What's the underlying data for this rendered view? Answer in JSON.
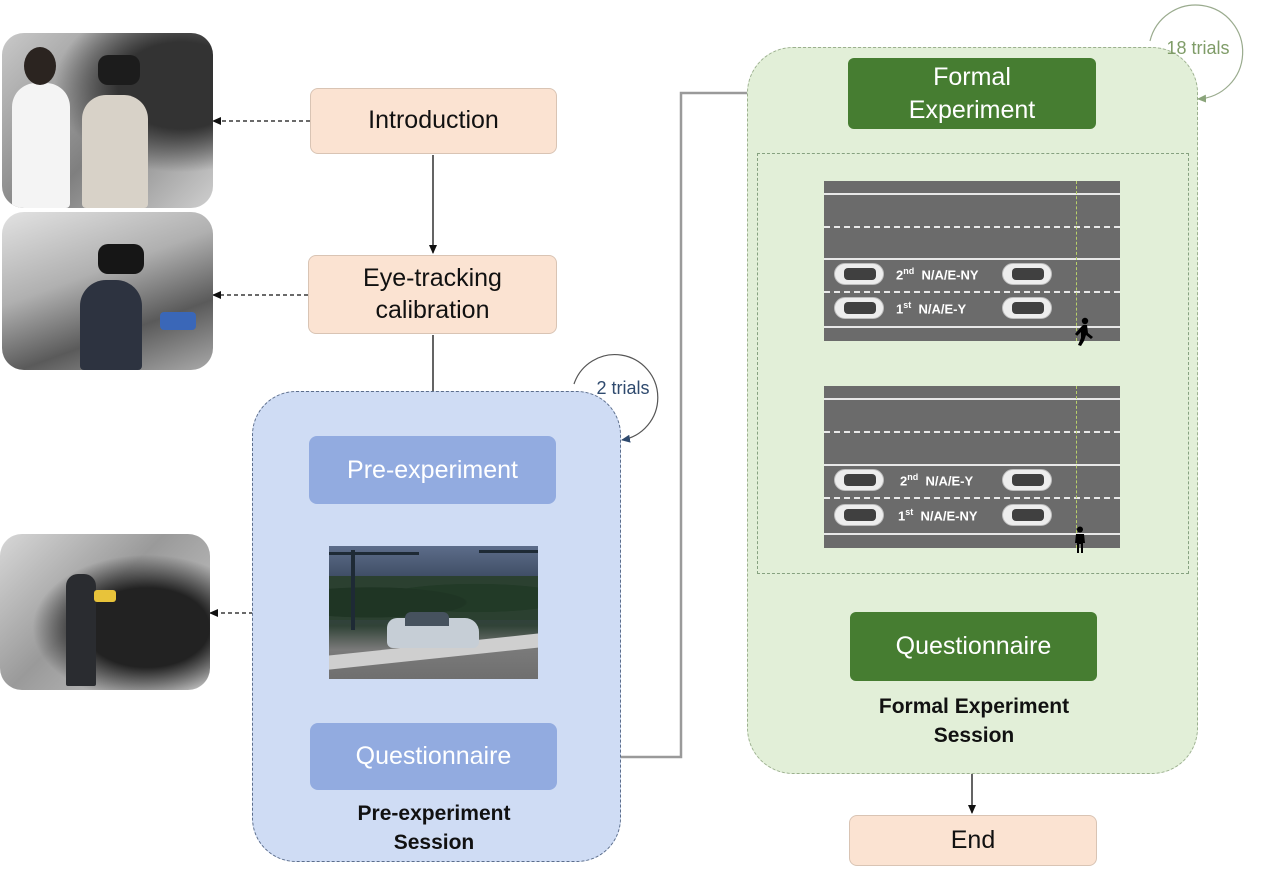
{
  "steps": {
    "introduction": "Introduction",
    "calibration": "Eye-tracking\ncalibration",
    "pre_experiment": "Pre-experiment",
    "pre_questionnaire": "Questionnaire",
    "formal_experiment": "Formal\nExperiment",
    "formal_questionnaire": "Questionnaire",
    "end": "End"
  },
  "sessions": {
    "pre": {
      "caption": "Pre-experiment\nSession",
      "trials": "2 trials"
    },
    "formal": {
      "caption": "Formal Experiment\nSession",
      "trials": "18 trials"
    }
  },
  "scenarios": [
    {
      "lane2_ordinal": "2",
      "lane2_suffix": "nd",
      "lane2_condition": "N/A/E-NY",
      "lane1_ordinal": "1",
      "lane1_suffix": "st",
      "lane1_condition": "N/A/E-Y"
    },
    {
      "lane2_ordinal": "2",
      "lane2_suffix": "nd",
      "lane2_condition": "N/A/E-Y",
      "lane1_ordinal": "1",
      "lane1_suffix": "st",
      "lane1_condition": "N/A/E-NY"
    }
  ],
  "colors": {
    "step_peach": "#fbe3d2",
    "pre_step_blue": "#92abe0",
    "pre_session_blue": "#cfdcf4",
    "formal_step_green": "#467d31",
    "formal_session_green": "#e2efd8",
    "pre_trials_text": "#2f4a6e",
    "formal_trials_text": "#7f9c68"
  }
}
